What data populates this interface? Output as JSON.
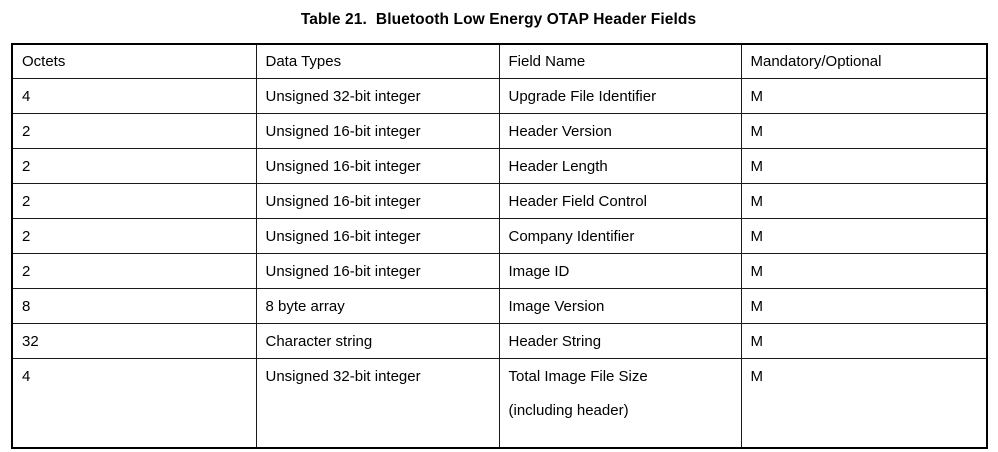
{
  "title": {
    "label": "Table 21.",
    "text": "Bluetooth Low Energy OTAP Header Fields"
  },
  "table": {
    "columns": [
      "Octets",
      "Data Types",
      "Field Name",
      "Mandatory/Optional"
    ],
    "rows": [
      {
        "octets": "4",
        "data_type": "Unsigned 32-bit integer",
        "field_name": "Upgrade File Identifier",
        "mandatory": "M"
      },
      {
        "octets": "2",
        "data_type": "Unsigned 16-bit integer",
        "field_name": "Header Version",
        "mandatory": "M"
      },
      {
        "octets": "2",
        "data_type": "Unsigned 16-bit integer",
        "field_name": "Header Length",
        "mandatory": "M"
      },
      {
        "octets": "2",
        "data_type": "Unsigned 16-bit integer",
        "field_name": "Header Field Control",
        "mandatory": "M"
      },
      {
        "octets": "2",
        "data_type": "Unsigned 16-bit integer",
        "field_name": "Company Identifier",
        "mandatory": "M"
      },
      {
        "octets": "2",
        "data_type": "Unsigned 16-bit integer",
        "field_name": "Image ID",
        "mandatory": "M"
      },
      {
        "octets": "8",
        "data_type": "8 byte array",
        "field_name": "Image Version",
        "mandatory": "M"
      },
      {
        "octets": "32",
        "data_type": "Character string",
        "field_name": "Header String",
        "mandatory": "M"
      },
      {
        "octets": "4",
        "data_type": "Unsigned 32-bit integer",
        "field_name": "Total Image File Size",
        "field_name_line2": "(including header)",
        "mandatory": "M"
      }
    ]
  },
  "colors": {
    "background": "#ffffff",
    "text": "#000000",
    "border": "#000000"
  }
}
